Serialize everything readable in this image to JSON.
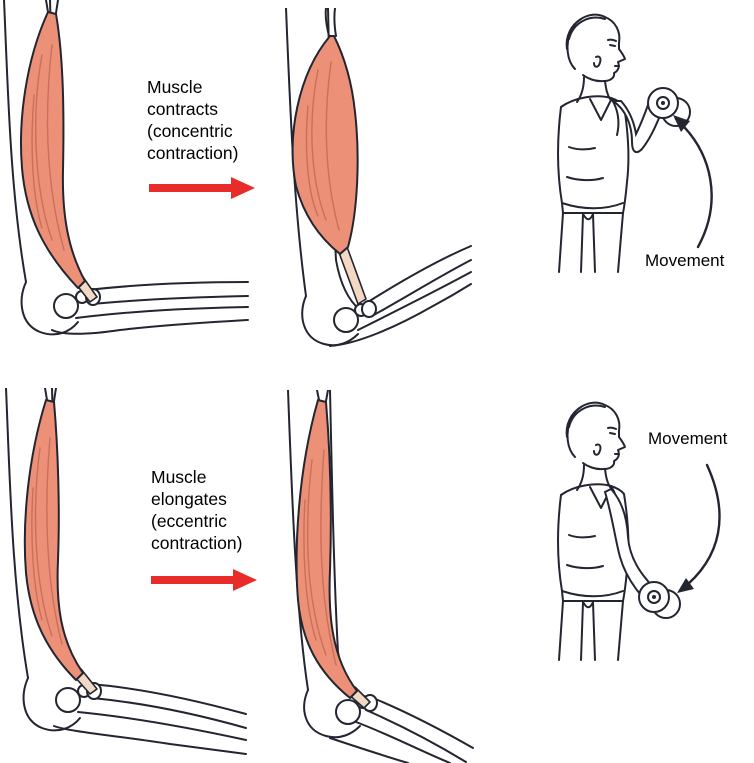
{
  "colors": {
    "background": "#ffffff",
    "outline": "#232531",
    "muscle_fill": "#EC9078",
    "muscle_stria": "#C9705B",
    "tendon_fill": "#F3D8C4",
    "arrow_red": "#E82C2A"
  },
  "concentric": {
    "caption_lines": [
      "Muscle",
      "contracts",
      "(concentric",
      "contraction)"
    ],
    "movement_label": "Movement"
  },
  "eccentric": {
    "caption_lines": [
      "Muscle",
      "elongates",
      "(eccentric",
      "contraction)"
    ],
    "movement_label": "Movement"
  }
}
